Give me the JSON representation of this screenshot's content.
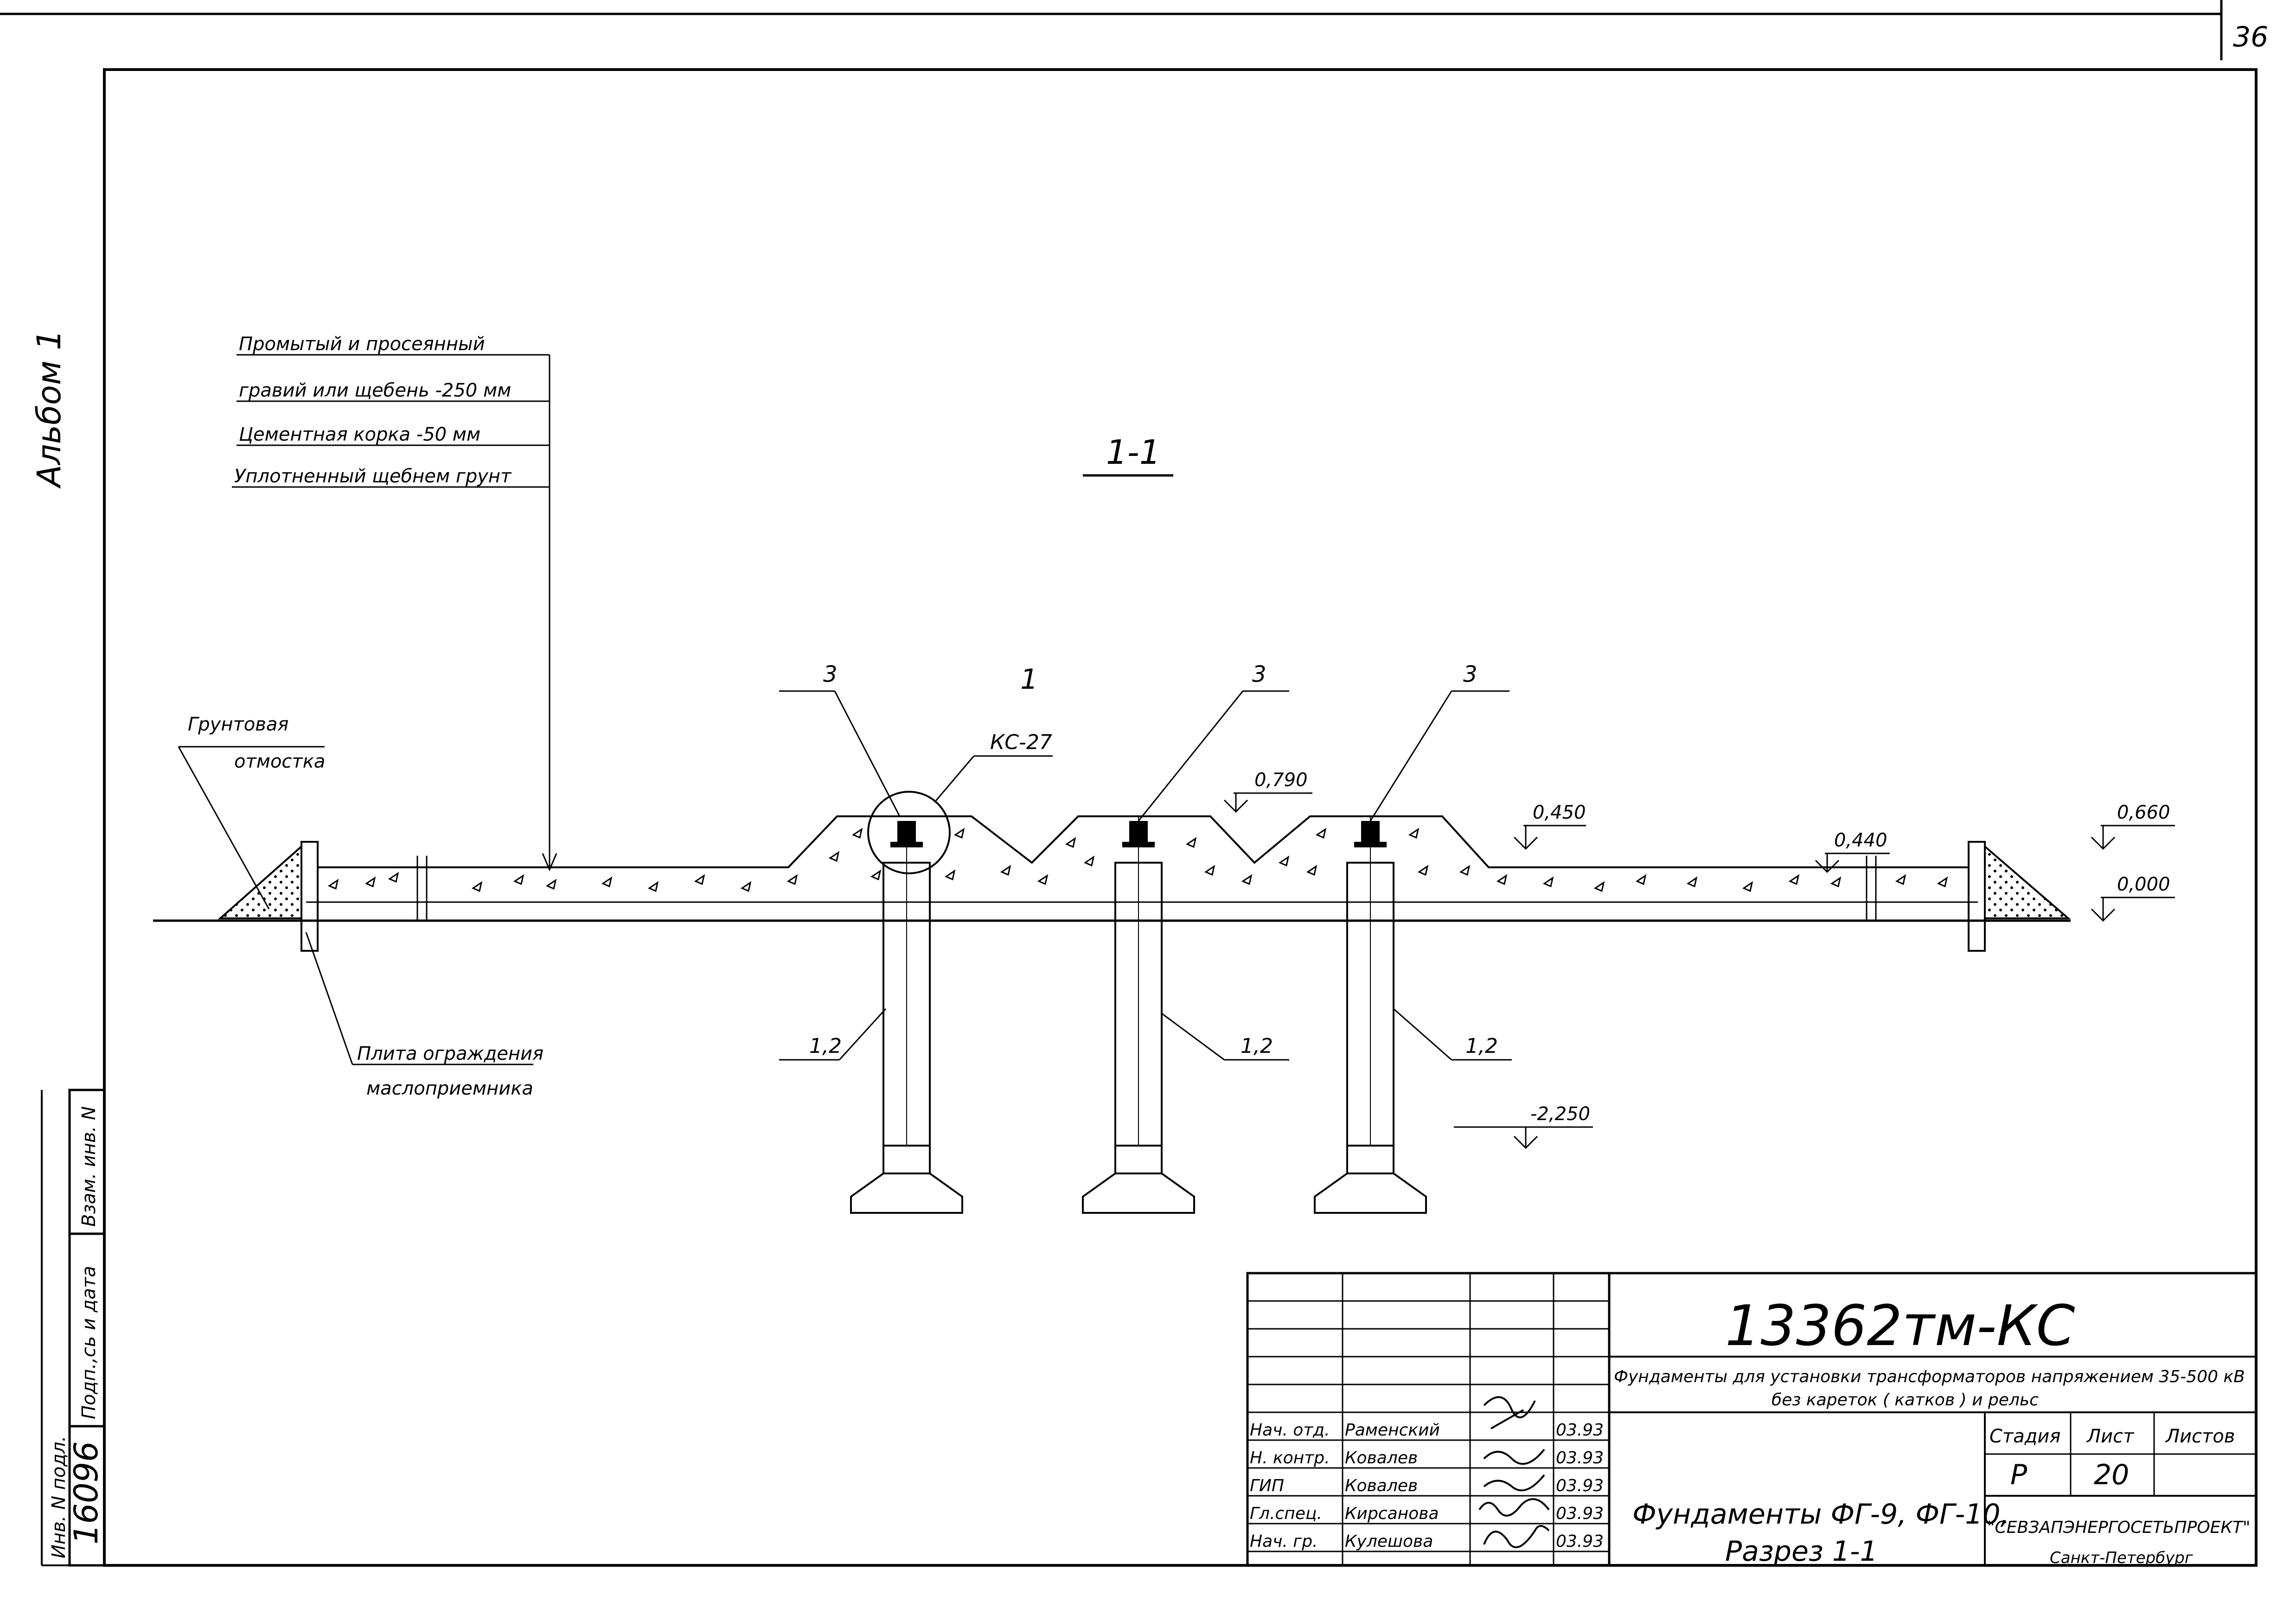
{
  "sheet_corner_number": "36",
  "album_label": "Альбом 1",
  "section_title": "1-1",
  "material_layers": [
    "Промытый и просеянный",
    "гравий или щебень  -250 мм",
    "Цементная корка   -50 мм",
    "Уплотненный щебнем грунт"
  ],
  "ground_paving": [
    "Грунтовая",
    "отмостка"
  ],
  "fence_slab": [
    "Плита ограждения",
    "маслоприемника"
  ],
  "callouts": {
    "position_3": "3",
    "detail_1": "1",
    "detail_1_code": "КС-27",
    "column_mark": "1,2"
  },
  "elevations": {
    "top_center": "0,790",
    "right_slope": "0,450",
    "right_fill": "0,440",
    "right_top": "0,660",
    "ground_zero": "0,000",
    "footing_bottom": "-2,250"
  },
  "side_stamp": {
    "vzam_inv": "Взам. инв. N",
    "sign_date": "Подп.,сь и дата",
    "inv_podl": "Инв. N подл.",
    "inv_number": "16096"
  },
  "title_block": {
    "doc_code": "13362тм-КС",
    "doc_title_line1": "Фундаменты для установки трансформаторов напряжением 35-500 кВ",
    "doc_title_line2": "без кареток ( катков ) и рельс",
    "stage_header": "Стадия",
    "sheet_header": "Лист",
    "sheets_header": "Листов",
    "stage_value": "Р",
    "sheet_value": "20",
    "sheet_name_line1": "Фундаменты ФГ-9, ФГ-10,",
    "sheet_name_line2": "Разрез 1-1",
    "organization": "\"СЕВЗАПЭНЕРГОСЕТЬПРОЕКТ\"",
    "city": "Санкт-Петербург",
    "signatures": [
      {
        "role": "Нач. отд.",
        "name": "Раменский",
        "date": "03.93"
      },
      {
        "role": "Н. контр.",
        "name": "Ковалев",
        "date": "03.93"
      },
      {
        "role": "ГИП",
        "name": "Ковалев",
        "date": "03.93"
      },
      {
        "role": "Гл.спец.",
        "name": "Кирсанова",
        "date": "03.93"
      },
      {
        "role": "Нач. гр.",
        "name": "Кулешова",
        "date": "03.93"
      }
    ]
  }
}
